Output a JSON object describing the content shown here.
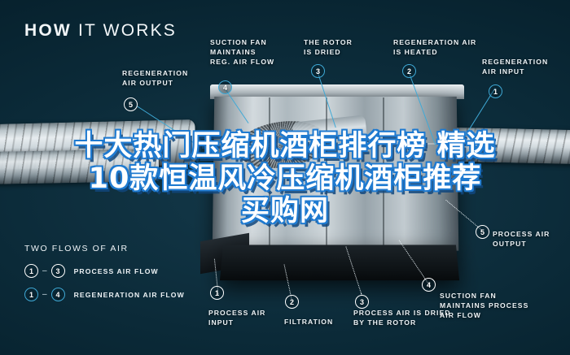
{
  "background": {
    "dark_navy": "#06222e",
    "accent_cyan": "#3fa9d6",
    "overlay_blue": "#1f7ad0"
  },
  "title": {
    "bold_part": "HOW",
    "light_part": " IT WORKS"
  },
  "overlay_headline": "十大热门压缩机酒柜排行榜 精选10款恒温风冷压缩机酒柜推荐 买购网",
  "legend": {
    "heading": "TWO FLOWS OF AIR",
    "rows": [
      {
        "from": "1",
        "dash": "–",
        "to": "3",
        "label": "PROCESS AIR FLOW",
        "style": "white"
      },
      {
        "from": "1",
        "dash": "–",
        "to": "4",
        "label": "REGENERATION AIR FLOW",
        "style": "cyan"
      }
    ]
  },
  "callouts_top": [
    {
      "num": "4",
      "label": "SUCTION FAN\nMAINTAINS\nREG. AIR FLOW",
      "style": "cyan"
    },
    {
      "num": "3",
      "label": "THE ROTOR\nIS DRIED",
      "style": "cyan"
    },
    {
      "num": "2",
      "label": "REGENERATION AIR\nIS HEATED",
      "style": "cyan"
    },
    {
      "num": "1",
      "label": "REGENERATION\nAIR INPUT",
      "style": "cyan"
    },
    {
      "num": "5",
      "label": "REGENERATION\nAIR OUTPUT",
      "style": "white"
    }
  ],
  "callouts_bottom": [
    {
      "num": "1",
      "label": "PROCESS AIR\nINPUT",
      "style": "white"
    },
    {
      "num": "2",
      "label": "FILTRATION",
      "style": "white"
    },
    {
      "num": "3",
      "label": "PROCESS AIR IS DRIED\nBY THE ROTOR",
      "style": "white"
    },
    {
      "num": "4",
      "label": "SUCTION FAN\nMAINTAINS PROCESS\nAIR FLOW",
      "style": "white"
    },
    {
      "num": "5",
      "label": "PROCESS AIR\nOUTPUT",
      "style": "white"
    }
  ]
}
